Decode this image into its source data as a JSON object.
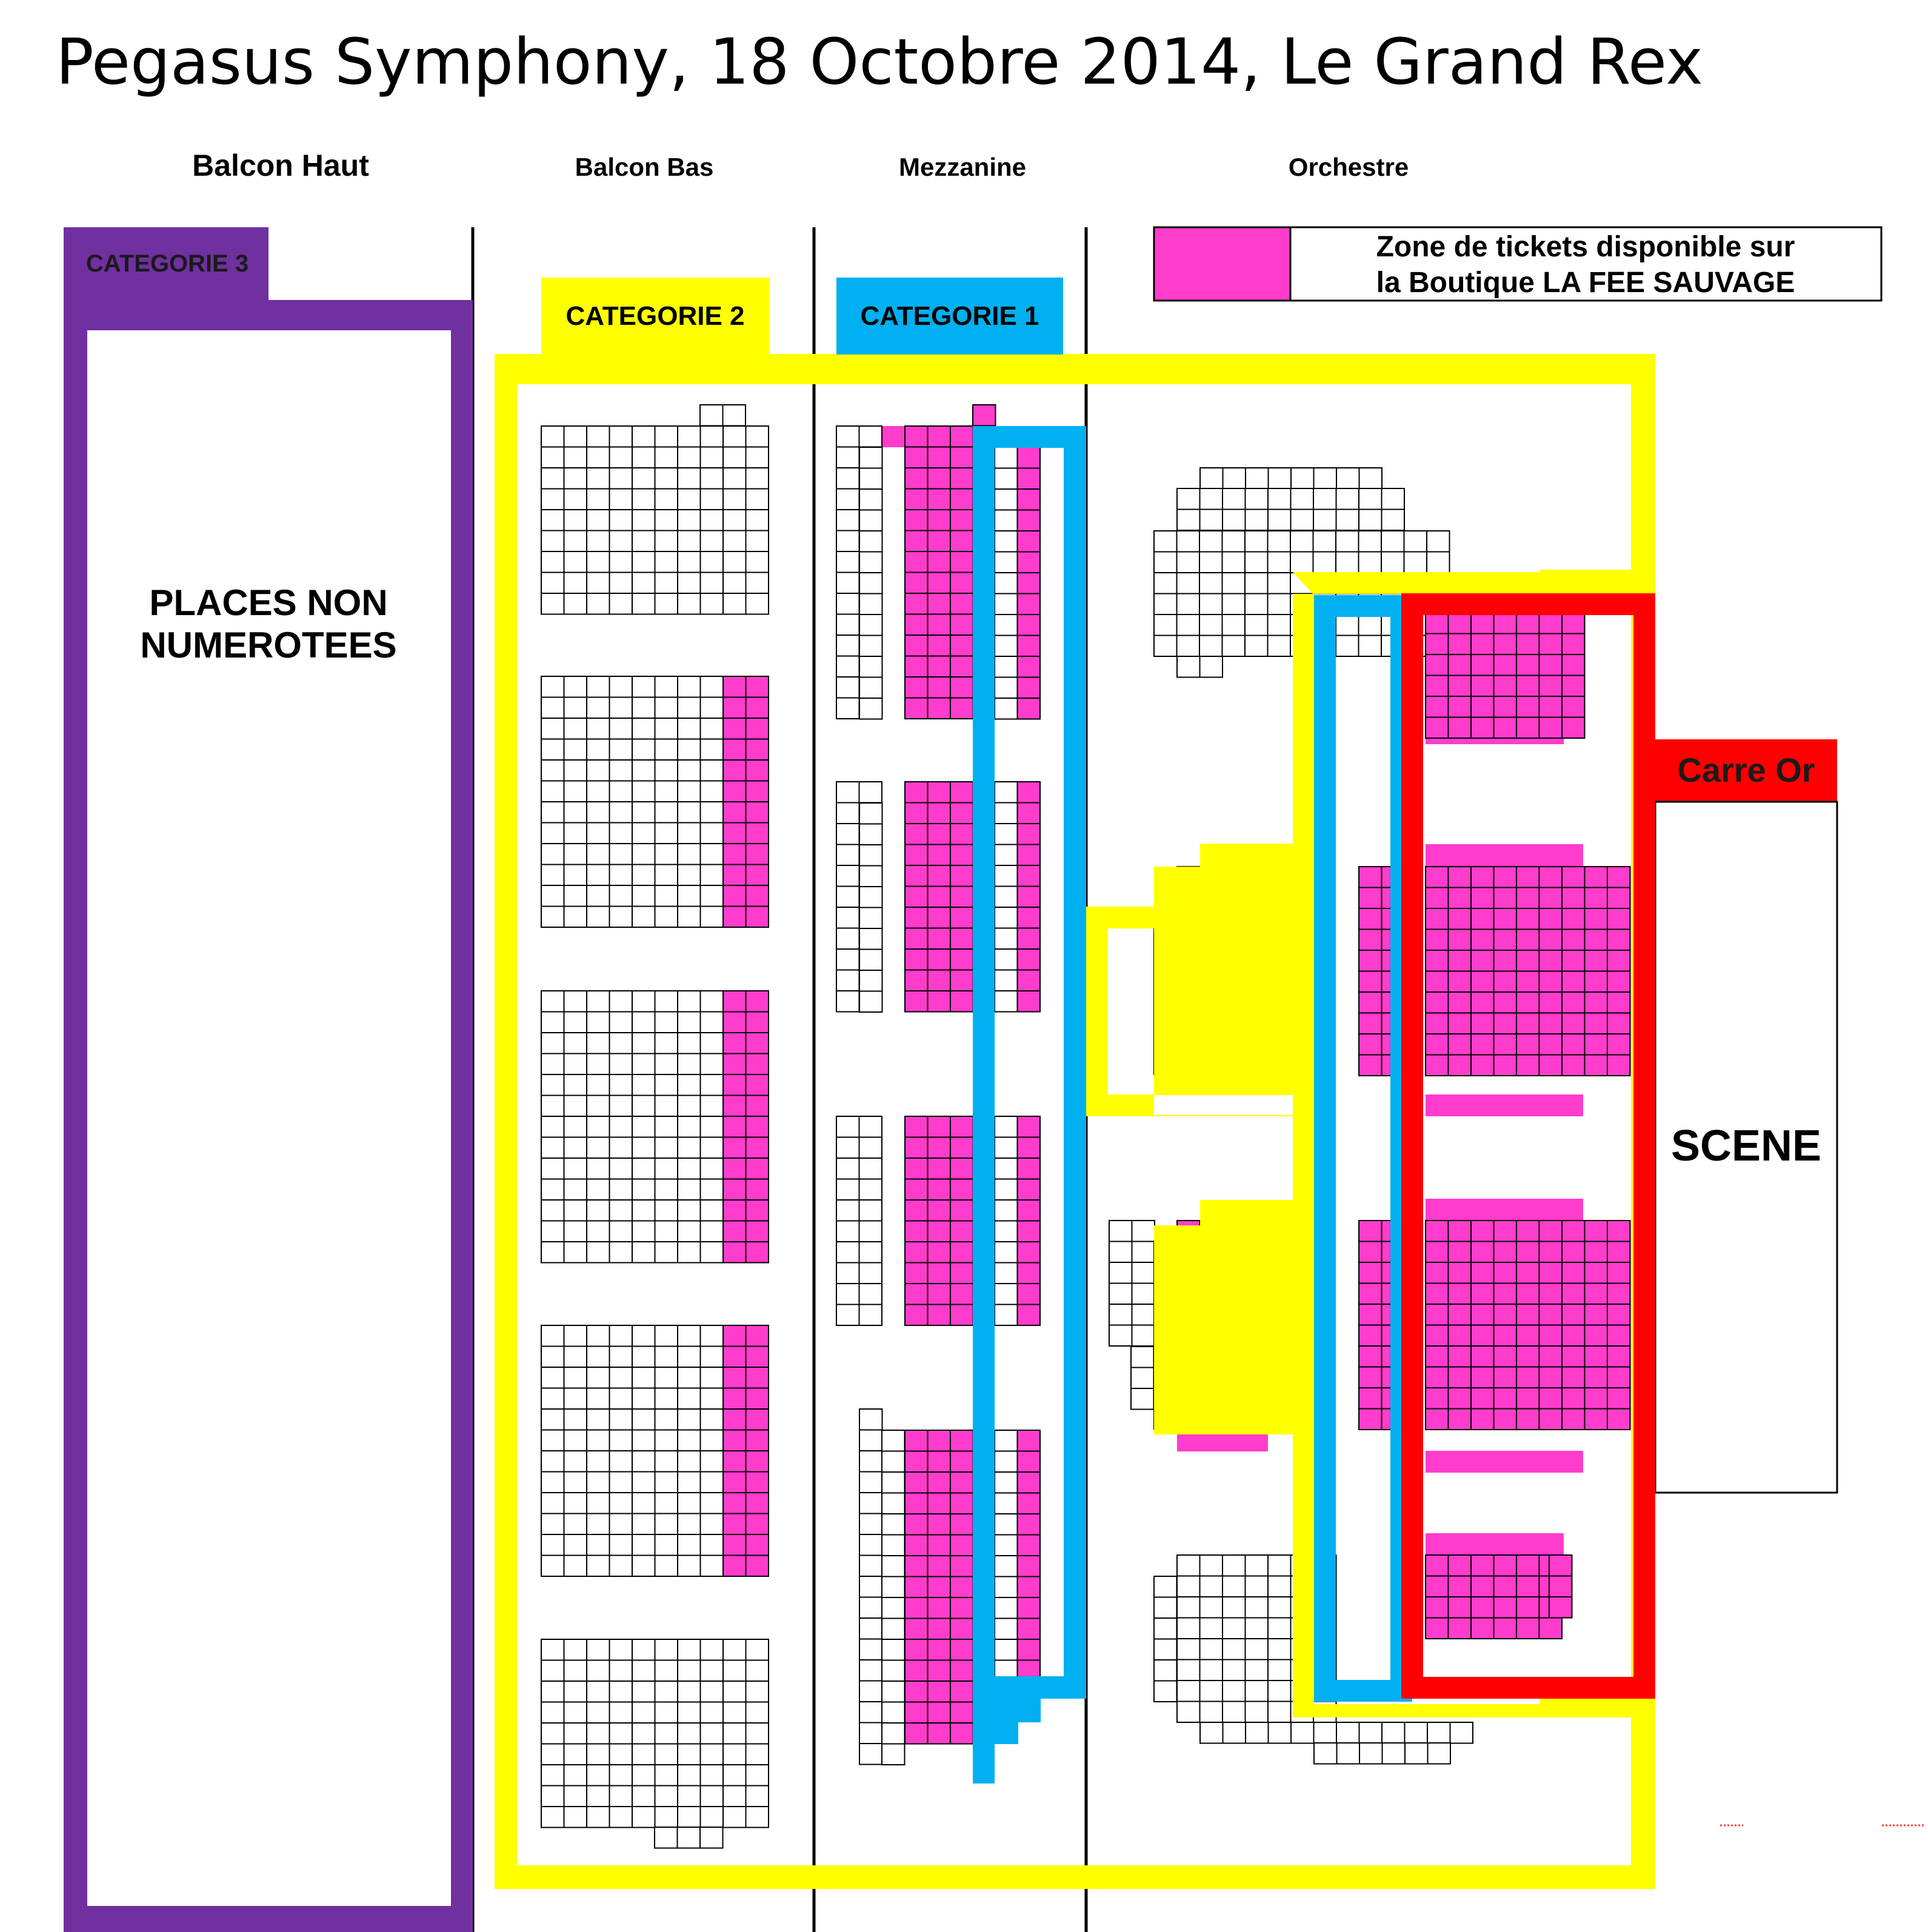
{
  "title": "Pegasus Symphony, 18 Octobre 2014, Le Grand Rex",
  "sections": {
    "balcon_haut": "Balcon Haut",
    "balcon_bas": "Balcon Bas",
    "mezzanine": "Mezzanine",
    "orchestre": "Orchestre"
  },
  "categories": {
    "cat3": "CATEGORIE 3",
    "cat2": "CATEGORIE 2",
    "cat1": "CATEGORIE 1",
    "carre_or": "Carre Or"
  },
  "places_non_numerotees": {
    "line1": "PLACES NON",
    "line2": "NUMEROTEES"
  },
  "scene": "SCENE",
  "legend": {
    "line1": "Zone de tickets disponible sur",
    "line2": "la Boutique LA FEE SAUVAGE"
  },
  "colors": {
    "category_3": "#7030a0",
    "category_2": "#ffff00",
    "category_1": "#00b0f0",
    "carre_or": "#ff0000",
    "available": "#ff3ccc"
  }
}
